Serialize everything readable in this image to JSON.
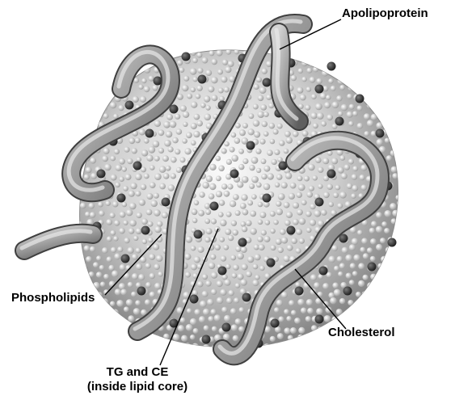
{
  "diagram": {
    "labels": {
      "apolipoprotein": "Apolipoprotein",
      "phospholipids": "Phospholipids",
      "cholesterol": "Cholesterol",
      "tg_ce_line1": "TG and CE",
      "tg_ce_line2": "(inside lipid core)"
    },
    "colors": {
      "background": "#ffffff",
      "text": "#000000",
      "particle_light": "#f4f4f4",
      "particle_mid": "#bdbdbd",
      "particle_dark": "#6f6f6f",
      "protein_light": "#c8c8c8",
      "protein_dark": "#5a5a5a",
      "cholesterol_dot": "#2a2a2a"
    }
  }
}
